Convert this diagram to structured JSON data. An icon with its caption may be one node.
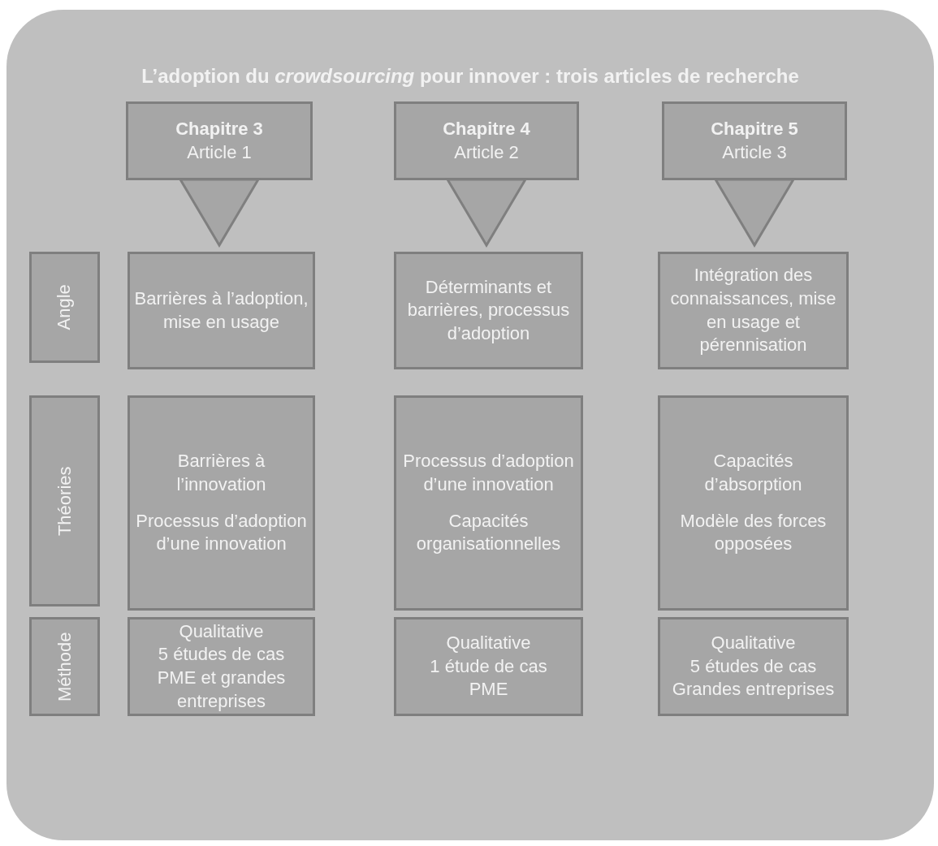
{
  "diagram": {
    "nodes": [
      {
        "text": [
          "L’adoption du *crowdsourcing* pour innover : trois articles de recherche"
        ]
      },
      {
        "text": [
          "Chapitre 3",
          "Article 1"
        ],
        "in": 0
      },
      {
        "text": [
          "Chapitre 4",
          "Article 2"
        ],
        "in": 0
      },
      {
        "text": [
          "Chapitre 5",
          "Article 3"
        ],
        "in": 0
      },
      {
        "text": [
          "Angle"
        ],
        "in": 0
      },
      {
        "text": [
          "Barrières à l’adoption, mise en usage"
        ],
        "in": 0
      },
      {
        "text": [
          "Déterminants et barrières, processus d’adoption"
        ],
        "in": 0
      },
      {
        "text": [
          "Intégration des connaissances, mise en usage et pérennisation"
        ],
        "in": 0
      },
      {
        "text": [
          "Théories"
        ],
        "in": 0
      },
      {
        "text": [
          "Barrières à l’innovation",
          "Processus d’adoption d’une innovation"
        ],
        "in": 0
      },
      {
        "text": [
          "Processus d’adoption d’une innovation",
          "Capacités organisationnelles"
        ],
        "in": 0
      },
      {
        "text": [
          "Capacités d’absorption",
          "Modèle des forces opposées"
        ],
        "in": 0
      },
      {
        "text": [
          "Méthode"
        ],
        "in": 0
      },
      {
        "text": [
          "Qualitative",
          "5 études de cas",
          "PME et grandes entreprises"
        ],
        "in": 0
      },
      {
        "text": [
          "Qualitative",
          "1 étude de cas",
          "PME"
        ],
        "in": 0
      },
      {
        "text": [
          "Qualitative",
          "5 études de cas",
          "Grandes entreprises"
        ],
        "in": 0
      }
    ],
    "edges": [
      {
        "from": 1,
        "to": 5,
        "arrow": "to"
      },
      {
        "from": 2,
        "to": 6,
        "arrow": "to"
      },
      {
        "from": 3,
        "to": 7,
        "arrow": "to"
      }
    ]
  }
}
